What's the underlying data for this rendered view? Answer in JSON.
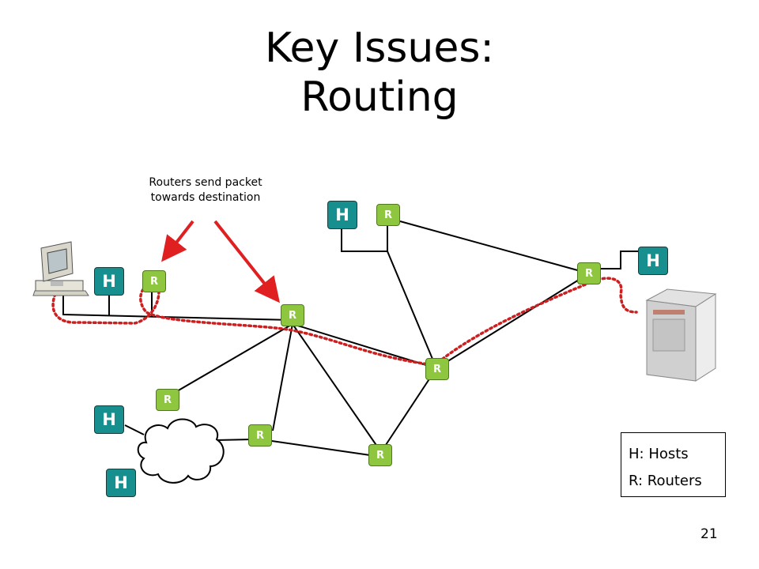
{
  "title": {
    "line1": "Key Issues:",
    "line2": "Routing"
  },
  "annotation": {
    "line1": "Routers send packet",
    "line2": "towards destination"
  },
  "hosts": [
    {
      "id": "h-top",
      "label": "H"
    },
    {
      "id": "h-left",
      "label": "H"
    },
    {
      "id": "h-right",
      "label": "H"
    },
    {
      "id": "h-cloud-top",
      "label": "H"
    },
    {
      "id": "h-cloud-bottom",
      "label": "H"
    }
  ],
  "routers": [
    {
      "id": "r-top",
      "label": "R"
    },
    {
      "id": "r-left",
      "label": "R"
    },
    {
      "id": "r-right",
      "label": "R"
    },
    {
      "id": "r-center",
      "label": "R"
    },
    {
      "id": "r-mid-right",
      "label": "R"
    },
    {
      "id": "r-lower-left",
      "label": "R"
    },
    {
      "id": "r-cloud",
      "label": "R"
    },
    {
      "id": "r-bottom",
      "label": "R"
    }
  ],
  "legend": {
    "hosts": "H: Hosts",
    "routers": "R: Routers"
  },
  "page_number": "21",
  "colors": {
    "host": "#178f8f",
    "router": "#8ec63f",
    "path": "#cc2020",
    "arrow": "#e02020"
  }
}
